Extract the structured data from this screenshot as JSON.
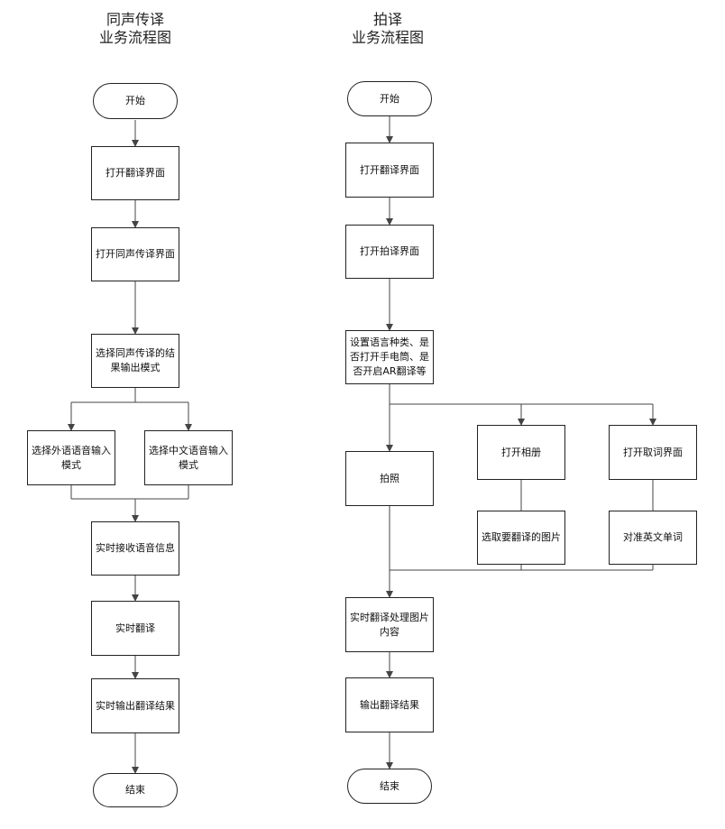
{
  "left": {
    "title_line1": "同声传译",
    "title_line2": "业务流程图",
    "start": "开始",
    "open_translate": "打开翻译界面",
    "open_simul": "打开同声传译界面",
    "select_output_mode": "选择同声传译的结果输出模式",
    "foreign_voice_mode": "选择外语语音输入模式",
    "chinese_voice_mode": "选择中文语音输入模式",
    "receive_voice": "实时接收语音信息",
    "realtime_translate": "实时翻译",
    "output_result": "实时输出翻译结果",
    "end": "结束"
  },
  "right": {
    "title_line1": "拍译",
    "title_line2": "业务流程图",
    "start": "开始",
    "open_translate": "打开翻译界面",
    "open_photo": "打开拍译界面",
    "settings": "设置语言种类、是否打开手电筒、是否开启AR翻译等",
    "take_photo": "拍照",
    "open_album": "打开相册",
    "select_picture": "选取要翻译的图片",
    "open_word_pick": "打开取词界面",
    "align_word": "对准英文单词",
    "process_picture": "实时翻译处理图片内容",
    "output_result": "输出翻译结果",
    "end": "结束"
  }
}
